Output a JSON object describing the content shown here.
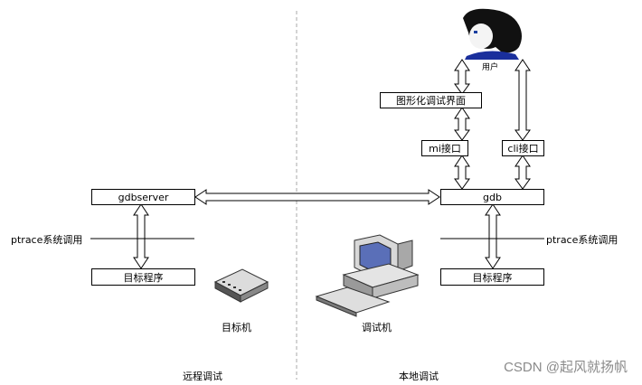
{
  "boxes": {
    "gui": "图形化调试界面",
    "mi": "mi接口",
    "cli": "cli接口",
    "gdb": "gdb",
    "gdbserver": "gdbserver",
    "target_left": "目标程序",
    "target_right": "目标程序"
  },
  "labels": {
    "user": "用户",
    "ptrace_left": "ptrace系统调用",
    "ptrace_right": "ptrace系统调用",
    "target_machine": "目标机",
    "debug_machine": "调试机",
    "remote_debug": "远程调试",
    "local_debug": "本地调试"
  },
  "watermark": "CSDN @起风就扬帆",
  "icons": [
    "user-avatar-icon",
    "target-device-icon",
    "debug-computer-icon"
  ]
}
